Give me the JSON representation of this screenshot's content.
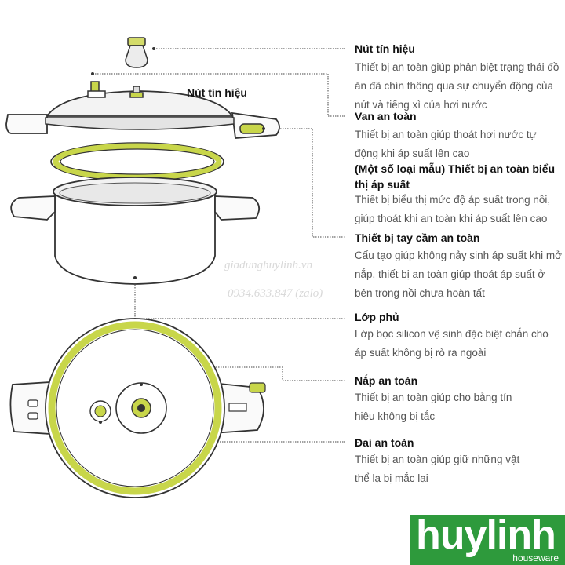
{
  "labels": {
    "nut_tin_hieu_top": "Nút tín hiệu",
    "nut_tin_hieu_top_desc": "Thiết bị an toàn giúp phân biệt trạng thái đồ ăn đã chín thông qua sự chuyển động của nút và tiếng xì của hơi nước",
    "nut_tin_hieu_left": "Nút tín hiệu",
    "van_an_toan": "Van an toàn",
    "van_an_toan_desc": "Thiết bị an toàn giúp thoát hơi nước tự động khi áp suất lên cao",
    "bieu_thi": "(Một số loại mẫu) Thiết bị an toàn biểu thị áp suất",
    "bieu_thi_desc": "Thiết bị biểu thị mức độ áp suất trong nồi, giúp thoát khi an toàn khi áp suất lên cao",
    "tay_cam": "Thiết bị tay cầm an toàn",
    "tay_cam_desc": "Cấu tạo giúp không nảy sinh áp suất khi mở nắp, thiết bị an toàn giúp thoát áp suất ở bên trong nồi chưa hoàn tất",
    "lop_phu": "Lớp phủ",
    "lop_phu_desc": "Lớp bọc silicon vệ sinh đặc biệt chắn cho áp suất không bị rò ra ngoài",
    "nap_an_toan": "Nắp an toàn",
    "nap_an_toan_desc": "Thiết bị an toàn giúp cho bảng tín hiệu không bị tắc",
    "dai_an_toan": "Đai an toàn",
    "dai_an_toan_desc": "Thiết bị an toàn giúp giữ những vật thể lạ bị mắc lại"
  },
  "watermark": {
    "site": "giadunghuylinh.vn",
    "phone": "0934.633.847 (zalo)"
  },
  "logo": {
    "main": "huylinh",
    "sub": "houseware"
  },
  "colors": {
    "accent": "#c8d64a",
    "line": "#333333",
    "logo_bg": "#2e9a3c"
  }
}
